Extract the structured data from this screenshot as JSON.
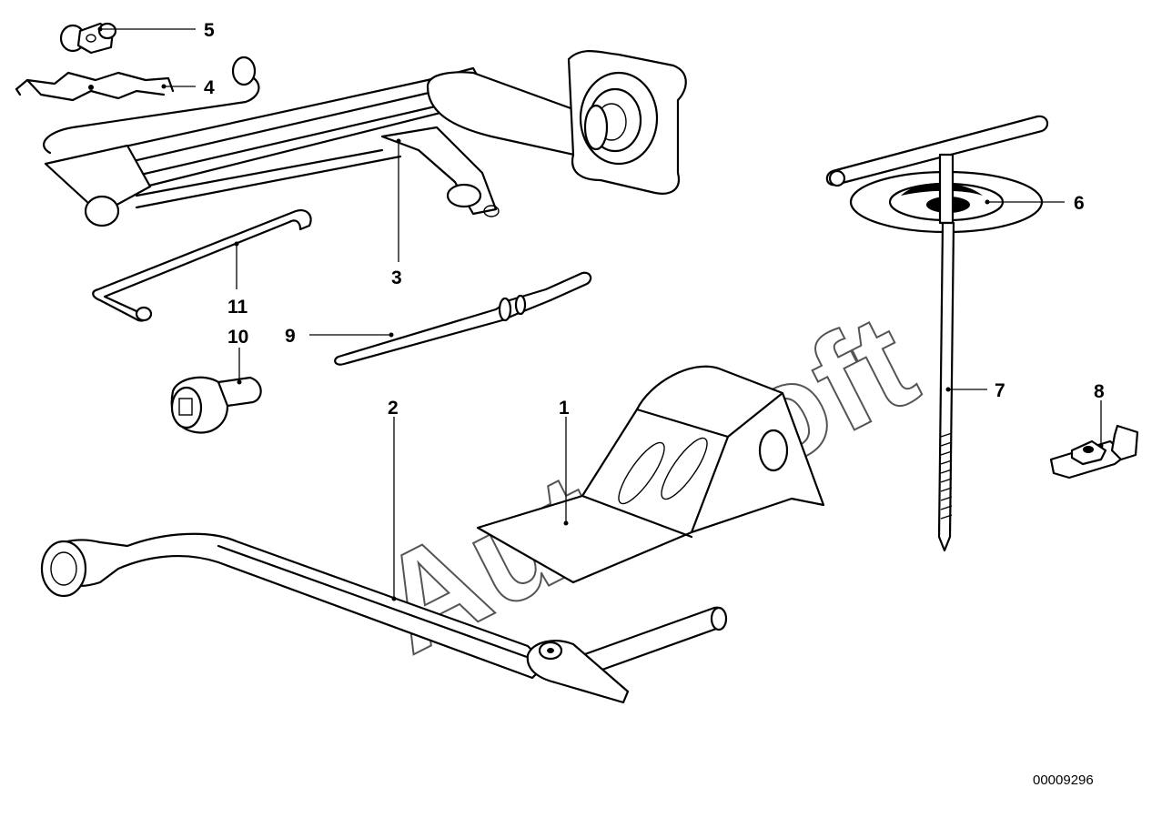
{
  "watermark": "AutoSoft",
  "document_number": "00009296",
  "callouts": [
    "1",
    "2",
    "3",
    "4",
    "5",
    "6",
    "7",
    "8",
    "9",
    "10",
    "11"
  ]
}
